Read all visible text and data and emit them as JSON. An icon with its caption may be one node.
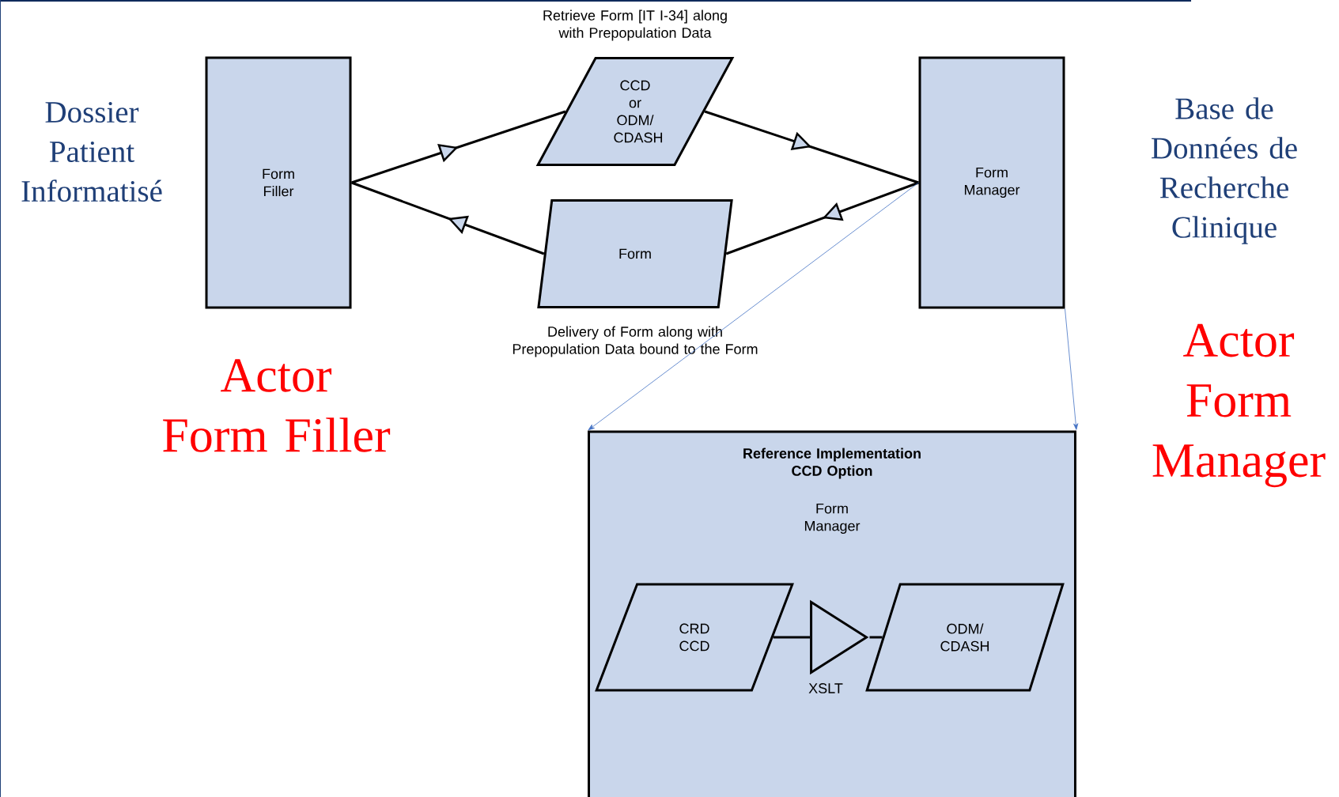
{
  "diagram": {
    "nodes": [
      {
        "text": [
          "Form Filler"
        ]
      },
      {
        "text": [
          "CCD or ODM/ CDASH"
        ],
        "beside": [
          "Retrieve Form [IT I-34] along with Prepopulation Data"
        ]
      },
      {
        "text": [
          "Form"
        ],
        "beside": [
          "Delivery of Form along with Prepopulation Data bound to the Form"
        ]
      },
      {
        "text": [
          "Form Manager"
        ]
      },
      {
        "text": [
          "Reference Implementation CCD Option",
          "Form Manager"
        ]
      },
      {
        "text": [
          "CRD CCD"
        ],
        "in": 4
      },
      {
        "text": [
          "XSLT"
        ],
        "in": 4
      },
      {
        "text": [
          "ODM/ CDASH"
        ],
        "in": 4
      }
    ],
    "edges": [
      {
        "from": 0,
        "to": 1,
        "arrow": "to"
      },
      {
        "from": 1,
        "to": 3,
        "arrow": "to"
      },
      {
        "from": 3,
        "to": 2,
        "arrow": "to"
      },
      {
        "from": 2,
        "to": 0,
        "arrow": "to"
      },
      {
        "from": 3,
        "to": 4,
        "arrow": "to",
        "color": "#4472c4"
      },
      {
        "from": 3,
        "to": 4,
        "arrow": "to",
        "color": "#4472c4"
      },
      {
        "from": 5,
        "to": 6,
        "arrow": "none"
      },
      {
        "from": 6,
        "to": 7,
        "arrow": "none"
      }
    ],
    "labels": [
      "Dossier Patient Informatisé",
      "Base de Données de Recherche Clinique",
      "Actor Form Filler",
      "Actor Form Manager"
    ]
  }
}
